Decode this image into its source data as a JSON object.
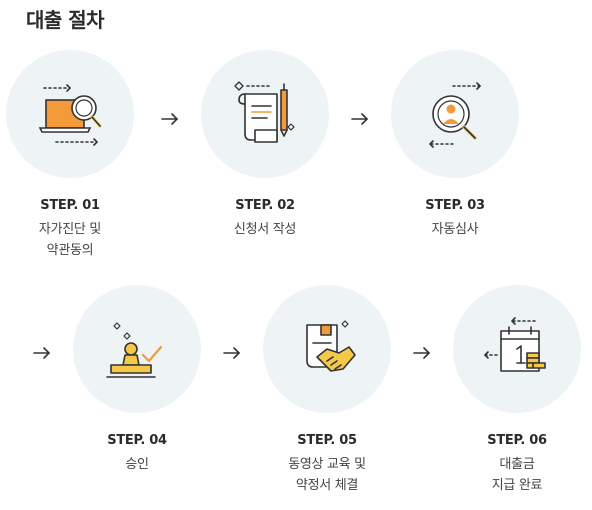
{
  "page": {
    "title": "대출 절차"
  },
  "colors": {
    "accent": "#f39a3a",
    "icon_yellow": "#f5c84a",
    "circle_bg": "#eef3f6",
    "outline": "#333333"
  },
  "steps": [
    {
      "num": "STEP. 01",
      "label_line1": "자가진단 및",
      "label_line2": "약관동의",
      "icon": "laptop-magnifier-icon"
    },
    {
      "num": "STEP. 02",
      "label_line1": "신청서 작성",
      "label_line2": "",
      "icon": "document-pen-icon"
    },
    {
      "num": "STEP. 03",
      "label_line1": "자동심사",
      "label_line2": "",
      "icon": "user-search-icon"
    },
    {
      "num": "STEP. 04",
      "label_line1": "승인",
      "label_line2": "",
      "icon": "stamp-check-icon"
    },
    {
      "num": "STEP. 05",
      "label_line1": "동영상 교육 및",
      "label_line2": "약정서 체결",
      "icon": "handshake-contract-icon"
    },
    {
      "num": "STEP. 06",
      "label_line1": "대출금",
      "label_line2": "지급 완료",
      "icon": "calendar-coins-icon"
    }
  ]
}
